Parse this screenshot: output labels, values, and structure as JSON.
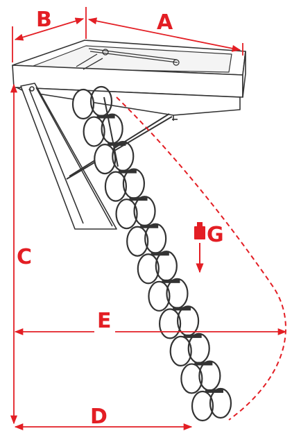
{
  "labels": {
    "a": "A",
    "b": "B",
    "c": "C",
    "d": "D",
    "e": "E",
    "g": "G"
  },
  "colors": {
    "dimension": "#e31e24",
    "line_art": "#333333",
    "fill": "#ffffff"
  },
  "icons": {
    "weight": "weight-icon",
    "arrow": "down-arrow-icon"
  }
}
